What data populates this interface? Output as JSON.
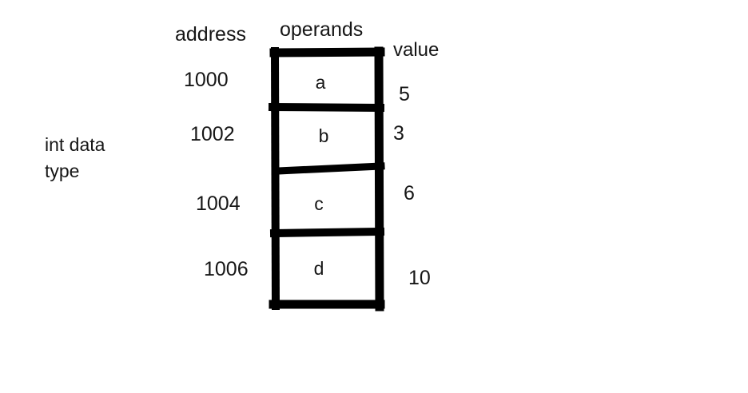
{
  "diagram": {
    "title_note": "int data\ntype",
    "headers": {
      "address": "address",
      "operands": "operands",
      "value": "value"
    },
    "rows": [
      {
        "address": "1000",
        "operand": "a",
        "value": "5"
      },
      {
        "address": "1002",
        "operand": "b",
        "value": "3"
      },
      {
        "address": "1004",
        "operand": "c",
        "value": "6"
      },
      {
        "address": "1006",
        "operand": "d",
        "value": "10"
      }
    ],
    "colors": {
      "background": "#ffffff",
      "ink": "#000000",
      "text": "#161616"
    }
  }
}
